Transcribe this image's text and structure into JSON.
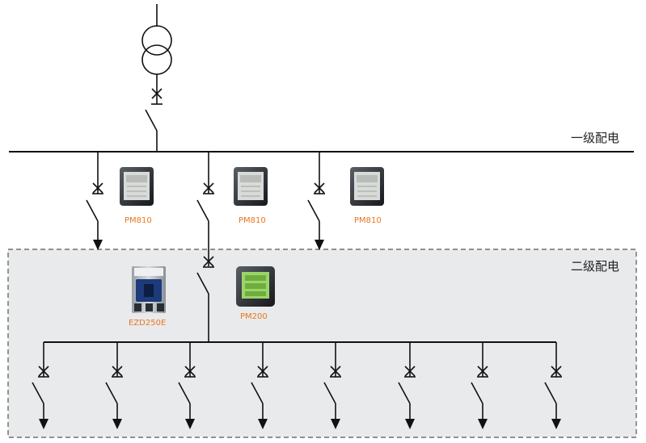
{
  "diagram": {
    "level_labels": {
      "primary": "一级配电",
      "secondary": "二级配电"
    },
    "devices": {
      "meter_1": "PM810",
      "meter_2": "PM810",
      "meter_3": "PM810",
      "meter_4": "PM200",
      "breaker": "EZD250E"
    },
    "colors": {
      "line": "#111111",
      "device_label": "#e8761f",
      "panel_fill": "#e9eaec",
      "panel_border": "#555555",
      "meter_display_dark": "#d8dbd8",
      "meter_display_green": "#9bd56a"
    },
    "icons": [
      "transformer-icon",
      "breaker-icon",
      "power-meter-icon",
      "switch-icon",
      "arrow-icon"
    ]
  }
}
